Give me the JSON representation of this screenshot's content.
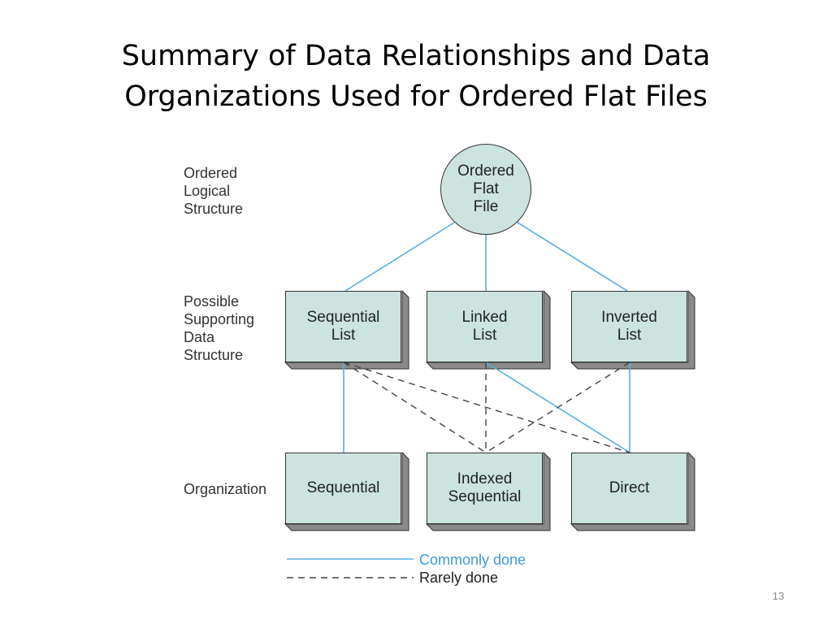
{
  "title": {
    "line1": "Summary of Data Relationships and Data",
    "line2": "Organizations Used for Ordered Flat Files"
  },
  "row_labels": {
    "logical": [
      "Ordered",
      "Logical",
      "Structure"
    ],
    "supporting": [
      "Possible",
      "Supporting",
      "Data",
      "Structure"
    ],
    "organization": "Organization"
  },
  "top_node": {
    "lines": [
      "Ordered",
      "Flat",
      "File"
    ]
  },
  "data_structures": [
    {
      "id": "sequential-list",
      "lines": [
        "Sequential",
        "List"
      ]
    },
    {
      "id": "linked-list",
      "lines": [
        "Linked",
        "List"
      ]
    },
    {
      "id": "inverted-list",
      "lines": [
        "Inverted",
        "List"
      ]
    }
  ],
  "organizations": [
    {
      "id": "sequential",
      "lines": [
        "Sequential"
      ]
    },
    {
      "id": "indexed-sequential",
      "lines": [
        "Indexed",
        "Sequential"
      ]
    },
    {
      "id": "direct",
      "lines": [
        "Direct"
      ]
    }
  ],
  "edges": {
    "common": [
      [
        "ordered-flat-file",
        "sequential-list"
      ],
      [
        "ordered-flat-file",
        "linked-list"
      ],
      [
        "ordered-flat-file",
        "inverted-list"
      ],
      [
        "sequential-list",
        "sequential"
      ],
      [
        "linked-list",
        "direct"
      ],
      [
        "inverted-list",
        "direct"
      ]
    ],
    "rare": [
      [
        "sequential-list",
        "indexed-sequential"
      ],
      [
        "sequential-list",
        "direct"
      ],
      [
        "linked-list",
        "indexed-sequential"
      ],
      [
        "inverted-list",
        "indexed-sequential"
      ]
    ]
  },
  "legend": {
    "common_label": "Commonly done",
    "rare_label": "Rarely done"
  },
  "colors": {
    "node_fill": "#cde3e0",
    "common_line": "#5aaee0",
    "rare_line": "#444444",
    "common_text": "#3a9ad9"
  },
  "page_number": "13"
}
